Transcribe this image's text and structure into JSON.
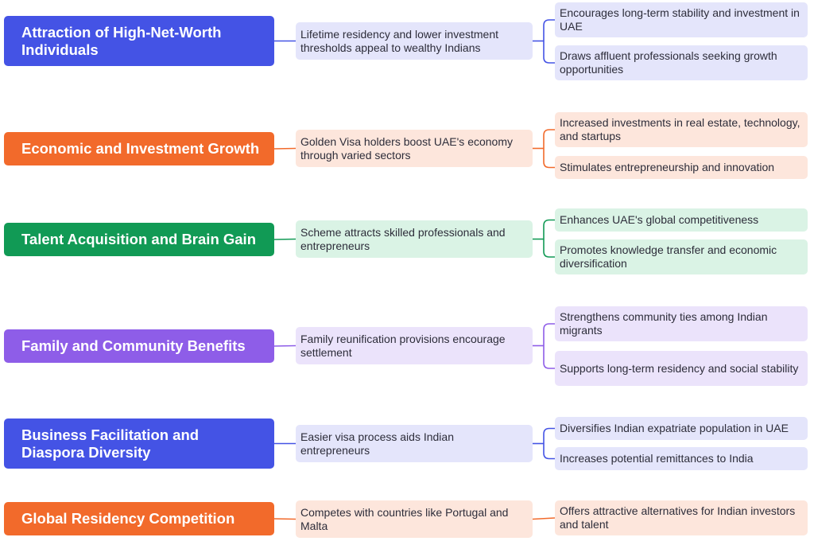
{
  "colors": {
    "blue": "#4453e5",
    "orange": "#f26a2b",
    "green": "#119a55",
    "purple": "#8e5de8",
    "blue_light": "#e4e5fb",
    "orange_light": "#fde6dc",
    "green_light": "#daf3e5",
    "purple_light": "#ebe3fb"
  },
  "branches": [
    {
      "topic": "Attraction of High-Net-Worth Individuals",
      "color": "blue",
      "summary": "Lifetime residency and lower investment thresholds appeal to wealthy Indians",
      "details": [
        "Encourages long-term stability and investment in UAE",
        "Draws affluent professionals seeking growth opportunities"
      ]
    },
    {
      "topic": "Economic and Investment Growth",
      "color": "orange",
      "summary": "Golden Visa holders boost UAE's economy through varied sectors",
      "details": [
        "Increased investments in real estate, technology, and startups",
        "Stimulates entrepreneurship and innovation"
      ]
    },
    {
      "topic": "Talent Acquisition and Brain Gain",
      "color": "green",
      "summary": "Scheme attracts skilled professionals and entrepreneurs",
      "details": [
        "Enhances UAE's global competitiveness",
        "Promotes knowledge transfer and economic diversification"
      ]
    },
    {
      "topic": "Family and Community Benefits",
      "color": "purple",
      "summary": "Family reunification provisions encourage settlement",
      "details": [
        "Strengthens community ties among Indian migrants",
        "Supports long-term residency and social stability"
      ]
    },
    {
      "topic": "Business Facilitation and Diaspora Diversity",
      "color": "blue",
      "summary": "Easier visa process aids Indian entrepreneurs",
      "details": [
        "Diversifies Indian expatriate population in UAE",
        "Increases potential remittances to India"
      ]
    },
    {
      "topic": "Global Residency Competition",
      "color": "orange",
      "summary": "Competes with countries like Portugal and Malta",
      "details": [
        "Offers attractive alternatives for Indian investors and talent"
      ]
    }
  ]
}
